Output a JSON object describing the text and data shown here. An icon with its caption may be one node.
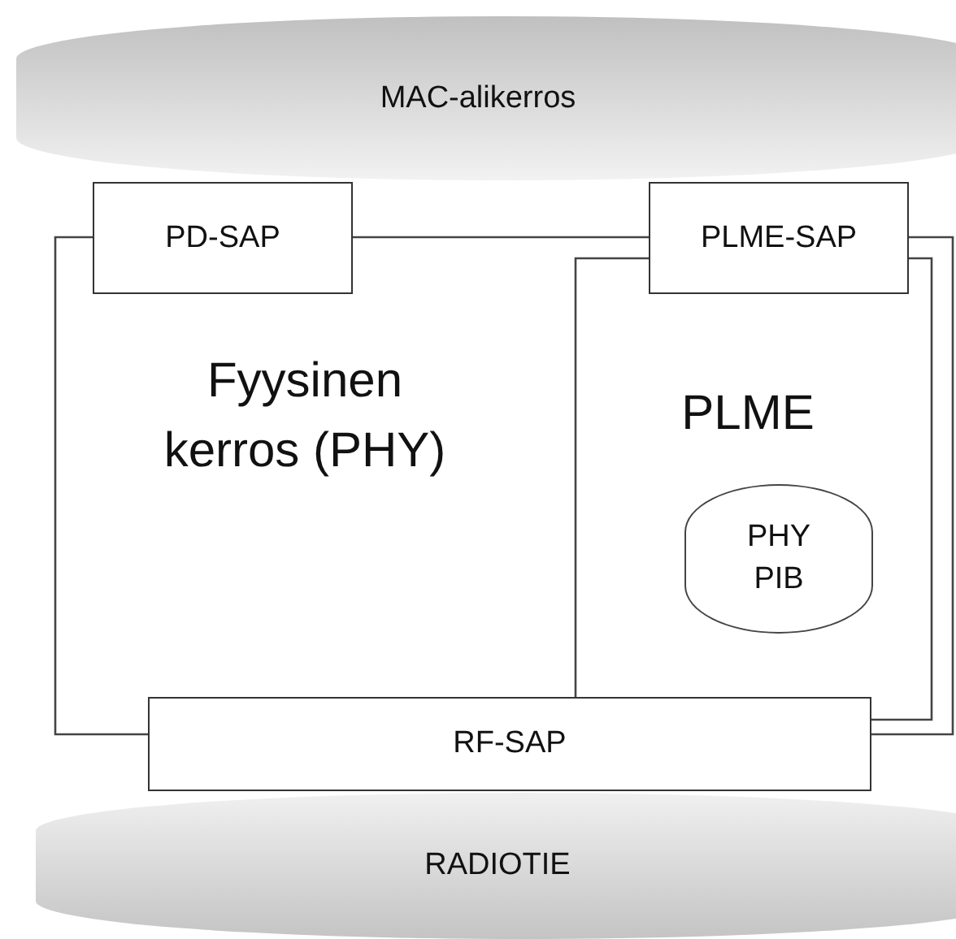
{
  "diagram": {
    "nodes": [
      {
        "text": [
          "MAC-alikerros"
        ]
      },
      {
        "text": [
          "PD-SAP"
        ]
      },
      {
        "text": [
          "PLME-SAP"
        ]
      },
      {
        "text": [
          "PHY PIB"
        ]
      },
      {
        "text": [
          "RF-SAP"
        ]
      },
      {
        "text": [
          "RADIOTIE"
        ]
      }
    ],
    "edges": [
      {
        "from": 1,
        "to": 4,
        "arrow": "none"
      },
      {
        "from": 1,
        "to": 2,
        "arrow": "none"
      },
      {
        "from": 2,
        "to": 4,
        "arrow": "none"
      },
      {
        "from": 2,
        "to": 4,
        "arrow": "none"
      },
      {
        "from": 2,
        "to": 4,
        "arrow": "none"
      }
    ],
    "labels": [
      "Fyysinen kerros (PHY)",
      "PLME"
    ]
  }
}
